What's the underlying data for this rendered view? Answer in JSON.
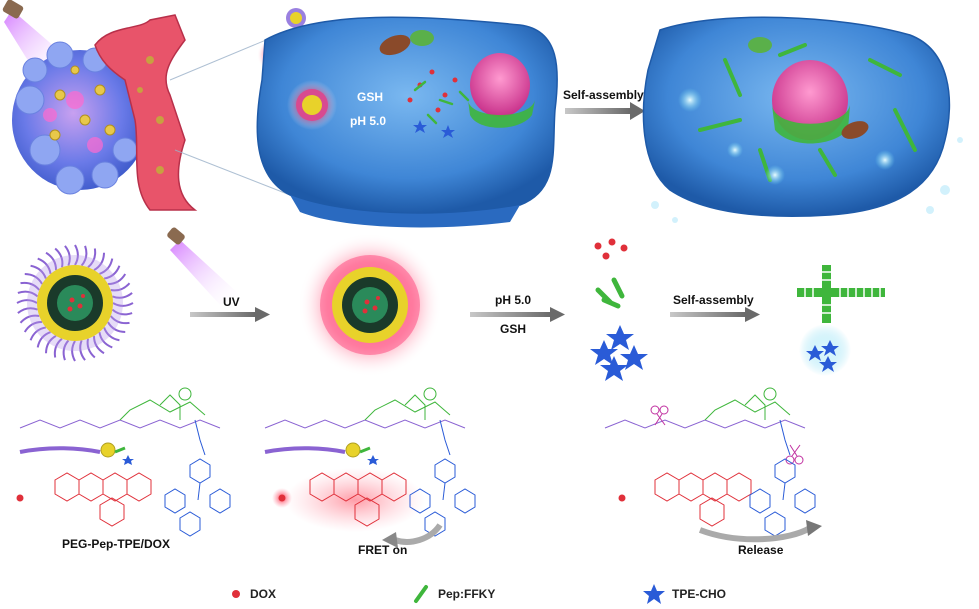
{
  "top_panel": {
    "stimulus_1": "GSH",
    "stimulus_2": "pH 5.0",
    "arrow_label": "Self-assembly"
  },
  "middle_panel": {
    "uv_label": "UV",
    "ph_label": "pH 5.0",
    "gsh_label": "GSH",
    "self_assembly_label": "Self-assembly"
  },
  "bottom_panel": {
    "left_caption": "PEG-Pep-TPE/DOX",
    "middle_caption": "FRET on",
    "right_caption": "Release"
  },
  "legend": {
    "items": [
      {
        "label": "DOX",
        "color": "#e0303a",
        "icon": "red-dot"
      },
      {
        "label": "Pep:FFKY",
        "color": "#3fb63c",
        "icon": "green-rod"
      },
      {
        "label": "TPE-CHO",
        "color": "#2a5bd7",
        "icon": "blue-star"
      }
    ]
  },
  "colors": {
    "cell_blue": "#3f86d6",
    "tumor_blue": "#5a78e6",
    "vessel_red": "#e8546a",
    "peg_purple": "#8a63d2",
    "core_yellow": "#e8d22a",
    "dox_red": "#e0303a",
    "pep_green": "#3fb63c",
    "tpe_blue": "#2a5bd7",
    "uv_purple": "#b050e0"
  }
}
